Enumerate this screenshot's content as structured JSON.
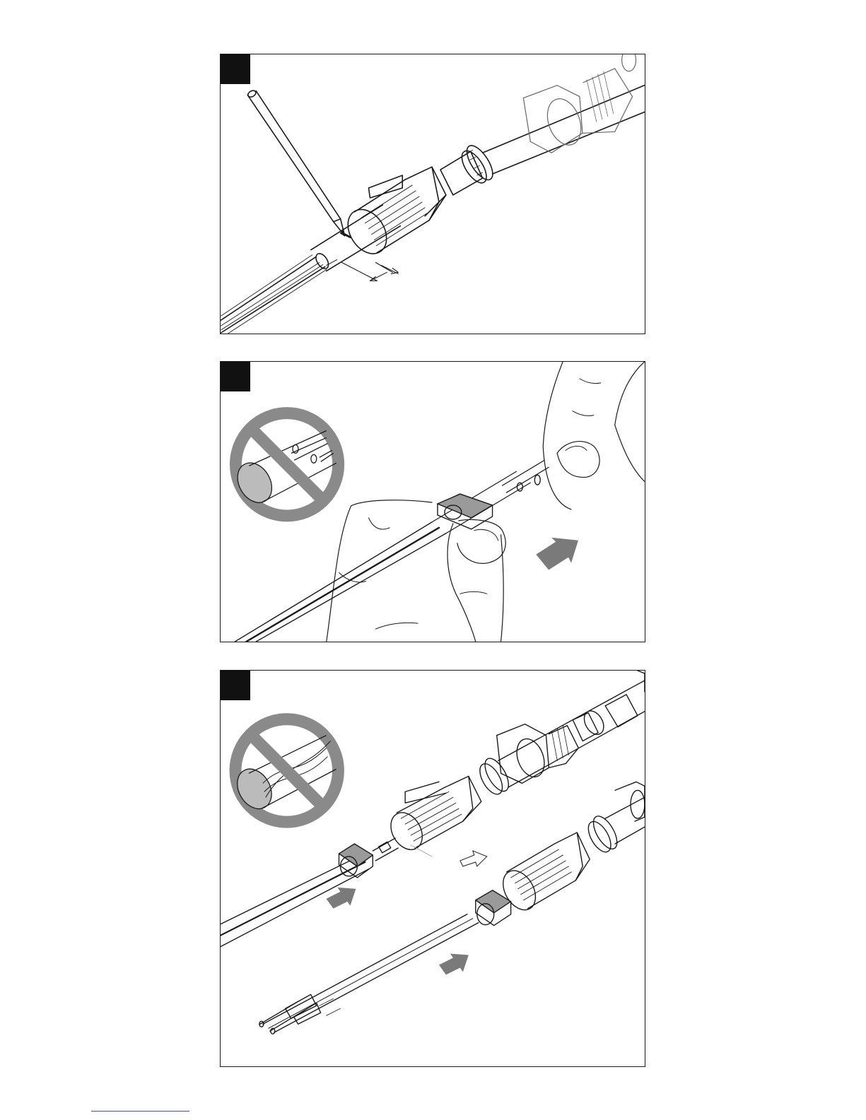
{
  "panels": [
    {
      "step": "",
      "scene": "mark-insulation-with-pencil"
    },
    {
      "step": "",
      "scene": "slide-compression-ring-onto-cable"
    },
    {
      "step": "",
      "scene": "insert-cable-into-gland-fitting"
    }
  ],
  "colors": {
    "line": "#1a1a1a",
    "prohibition": "#8a8a8a",
    "arrow": "#7a7a7a",
    "ring": "#9a9a9a",
    "background": "#ffffff",
    "link": "#3355dd"
  }
}
